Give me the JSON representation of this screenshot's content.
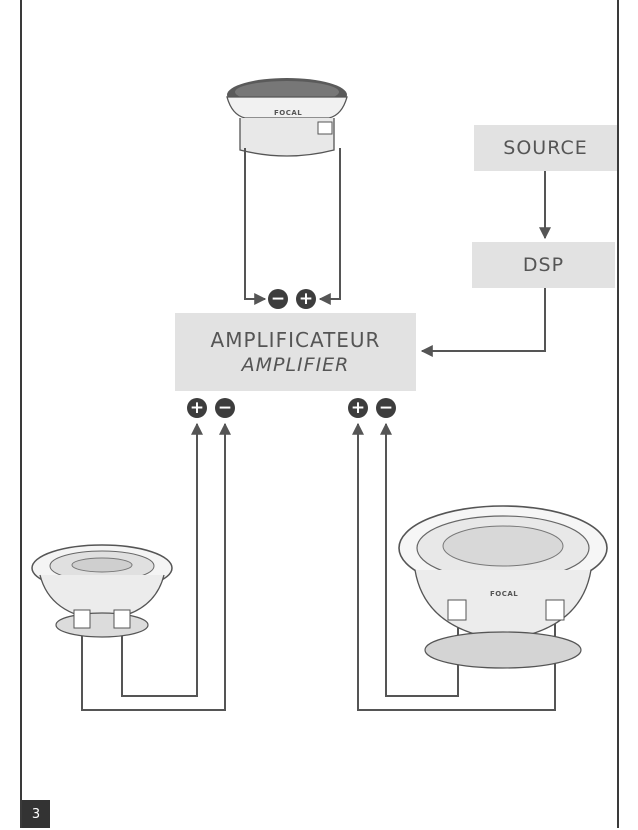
{
  "boxes": {
    "source": "SOURCE",
    "dsp": "DSP",
    "amplifier_fr": "AMPLIFICATEUR",
    "amplifier_en": "AMPLIFIER"
  },
  "terminals": {
    "tweeter_minus": "−",
    "tweeter_plus": "+",
    "left_plus": "+",
    "left_minus": "−",
    "right_plus": "+",
    "right_minus": "−"
  },
  "speakers": {
    "brand": "FOCAL"
  },
  "page_number": "3",
  "colors": {
    "wire": "#555555",
    "box_fill": "#e2e2e2",
    "terminal": "#3d3d3d"
  }
}
